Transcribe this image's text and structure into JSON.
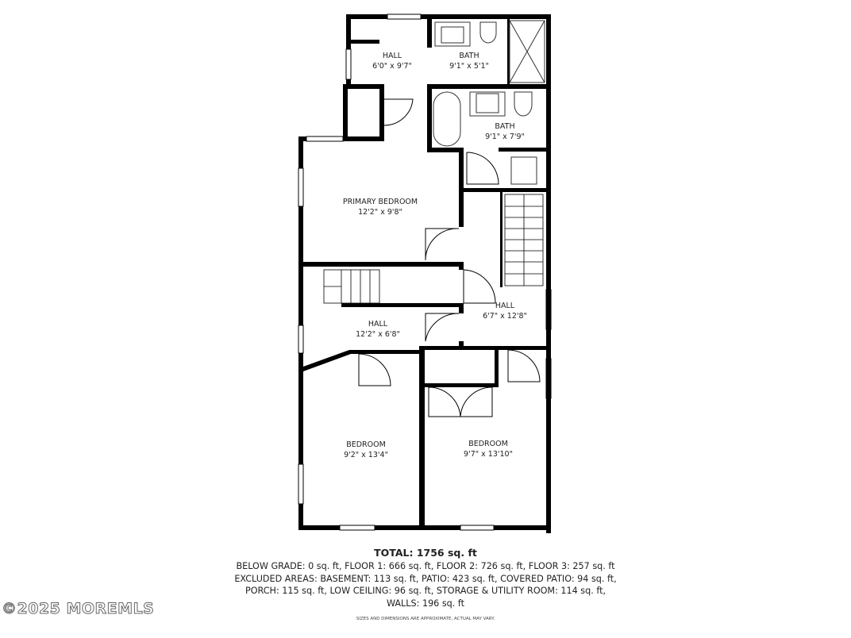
{
  "rooms": [
    {
      "name": "HALL",
      "size": "6'0\" x 9'7\""
    },
    {
      "name": "BATH",
      "size": "9'1\" x 5'1\""
    },
    {
      "name": "BATH",
      "size": "9'1\" x 7'9\""
    },
    {
      "name": "PRIMARY BEDROOM",
      "size": "12'2\" x 9'8\""
    },
    {
      "name": "HALL",
      "size": "6'7\" x 12'8\""
    },
    {
      "name": "HALL",
      "size": "12'2\" x 6'8\""
    },
    {
      "name": "BEDROOM",
      "size": "9'2\" x 13'4\""
    },
    {
      "name": "BEDROOM",
      "size": "9'7\" x 13'10\""
    }
  ],
  "summary": {
    "total": "TOTAL: 1756 sq. ft",
    "line1": "BELOW GRADE: 0 sq. ft, FLOOR 1: 666 sq. ft, FLOOR 2: 726 sq. ft, FLOOR 3: 257 sq. ft",
    "line2": "EXCLUDED AREAS: BASEMENT: 113 sq. ft, PATIO: 423 sq. ft, COVERED PATIO: 94 sq. ft,",
    "line3": "PORCH: 115 sq. ft, LOW CEILING: 96 sq. ft, STORAGE & UTILITY ROOM: 114 sq. ft,",
    "line4": "WALLS: 196 sq. ft",
    "disclaimer": "SIZES AND DIMENSIONS ARE APPROXIMATE, ACTUAL MAY VARY."
  },
  "watermark": "©2025 MOREMLS",
  "colors": {
    "wall": "#000000",
    "fixture": "#333333"
  }
}
